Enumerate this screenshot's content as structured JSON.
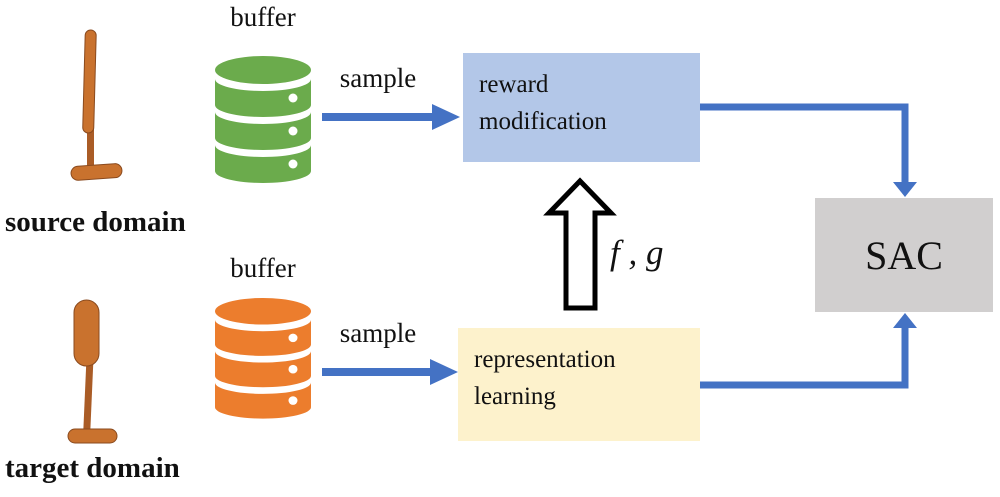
{
  "labels": {
    "source_domain": "source domain",
    "target_domain": "target domain",
    "buffer_source": "buffer",
    "buffer_target": "buffer",
    "sample_source": "sample",
    "sample_target": "sample",
    "fg": "f , g"
  },
  "boxes": {
    "reward_modification": {
      "line1": "reward",
      "line2": "modification",
      "fill": "#b3c7e8"
    },
    "representation_learning": {
      "line1": "representation",
      "line2": "learning",
      "fill": "#fdf2cc"
    },
    "sac": {
      "label": "SAC",
      "fill": "#d1cfcf"
    }
  },
  "icons": {
    "buffer_source": "database-icon",
    "buffer_target": "database-icon",
    "source_robot": "pole-robot-icon",
    "target_robot": "pendulum-robot-icon",
    "fg_arrow": "hollow-up-arrow-icon"
  },
  "colors": {
    "arrow_blue": "#4472c4",
    "buffer_green": "#6bab4c",
    "buffer_orange": "#ec7d2d",
    "robot_orange": "#c9722e",
    "robot_orange_dark": "#aa5c26",
    "hollow_arrow_outline": "#000000"
  }
}
